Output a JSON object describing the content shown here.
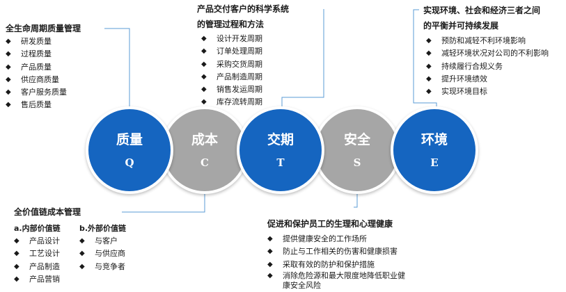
{
  "circles": [
    {
      "name": "质量",
      "letter": "Q"
    },
    {
      "name": "成本",
      "letter": "C"
    },
    {
      "name": "交期",
      "letter": "T"
    },
    {
      "name": "安全",
      "letter": "S"
    },
    {
      "name": "环境",
      "letter": "E"
    }
  ],
  "marker": "◆",
  "quality": {
    "title": "全生命周期质量管理",
    "items": [
      "研发质量",
      "过程质量",
      "产品质量",
      "供应商质量",
      "客户服务质量",
      "售后质量"
    ]
  },
  "delivery": {
    "title_line1": "产品交付客户的科学系统",
    "title_line2": "的管理过程和方法",
    "items": [
      "设计开发周期",
      "订单处理周期",
      "采购交货周期",
      "产品制造周期",
      "销售发运周期",
      "库存流转周期"
    ]
  },
  "environment": {
    "title_line1": "实现环境、社会和经济三者之间",
    "title_line2": "的平衡并可持续发展",
    "items": [
      "预防和减轻不利环境影响",
      "减轻环境状况对公司的不利影响",
      "持续履行合规义务",
      "提升环境绩效",
      "实现环境目标"
    ]
  },
  "cost": {
    "title": "全价值链成本管理",
    "internal": {
      "title": "a.内部价值链",
      "items": [
        "产品设计",
        "工艺设计",
        "产品制造",
        "产品营销"
      ]
    },
    "external": {
      "title": "b.外部价值链",
      "items": [
        "与客户",
        "与供应商",
        "与竞争者"
      ]
    }
  },
  "safety": {
    "title": "促进和保护员工的生理和心理健康",
    "items": [
      "提供健康安全的工作场所",
      "防止与工作相关的伤害和健康损害",
      "采取有效的防护和保护措施",
      "消除危险源和最大限度地降低职业健",
      "康安全风险"
    ]
  },
  "colors": {
    "blue": "#1565c0",
    "grey": "#a6a6a6",
    "connector": "#5a9bd5"
  }
}
